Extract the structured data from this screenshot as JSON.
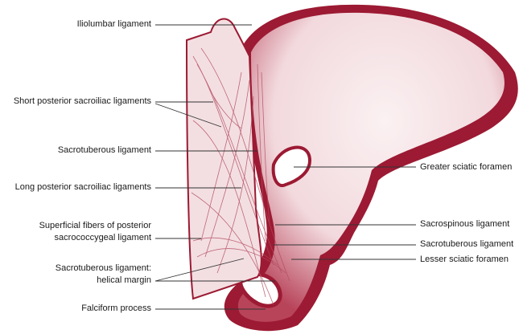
{
  "colors": {
    "bone_dark": "#9c1a33",
    "bone_light": "#f7eaec",
    "line": "#333333"
  },
  "labels_left": {
    "iliolumbar": "Iliolumbar ligament",
    "short_posterior": "Short posterior sacroiliac ligaments",
    "sacrotuberous": "Sacrotuberous ligament",
    "long_posterior": "Long posterior sacroiliac ligaments",
    "superficial_1": "Superficial fibers of posterior",
    "superficial_2": "sacrococcygeal ligament",
    "helical_1": "Sacrotuberous ligament:",
    "helical_2": "helical margin",
    "falciform": "Falciform process"
  },
  "labels_right": {
    "greater_sciatic": "Greater sciatic foramen",
    "sacrospinous": "Sacrospinous ligament",
    "sacrotuberous": "Sacrotuberous ligament",
    "lesser_sciatic": "Lesser sciatic foramen"
  }
}
